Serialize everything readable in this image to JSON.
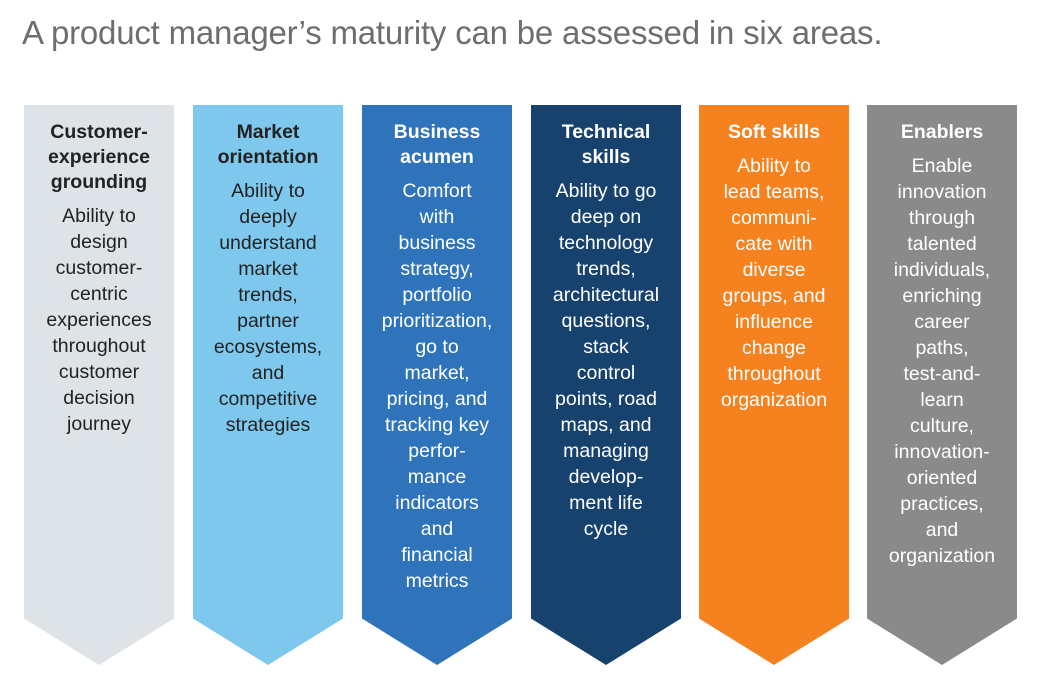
{
  "title": "A product manager’s maturity can be assessed in six areas.",
  "areas": [
    {
      "heading": [
        "Customer-",
        "experience",
        "grounding"
      ],
      "body": [
        "Ability to",
        "design",
        "customer-",
        "centric",
        "experiences",
        "throughout",
        "customer",
        "decision",
        "journey"
      ],
      "color": "#dde3e6",
      "text_color": "#222222",
      "head_color": "#222222"
    },
    {
      "heading": [
        "Market",
        "orientation"
      ],
      "body": [
        "Ability to",
        "deeply",
        "understand",
        "market",
        "trends,",
        "partner",
        "ecosystems,",
        "and",
        "competitive",
        "strategies"
      ],
      "color": "#7ec8ee",
      "text_color": "#222222",
      "head_color": "#222222"
    },
    {
      "heading": [
        "Business",
        "acumen"
      ],
      "body": [
        "Comfort",
        "with",
        "business",
        "strategy,",
        "portfolio",
        "prioritization,",
        "go to",
        "market,",
        "pricing, and",
        "tracking key",
        "perfor-",
        "mance",
        "indicators",
        "and",
        "financial",
        "metrics"
      ],
      "color": "#2f74bb",
      "text_color": "#ffffff",
      "head_color": "#ffffff"
    },
    {
      "heading": [
        "Technical",
        "skills"
      ],
      "body": [
        "Ability to go",
        "deep on",
        "technology",
        "trends,",
        "architectural",
        "questions,",
        "stack",
        "control",
        "points, road",
        "maps, and",
        "managing",
        "develop-",
        "ment life",
        "cycle"
      ],
      "color": "#17426e",
      "text_color": "#ffffff",
      "head_color": "#ffffff"
    },
    {
      "heading": [
        "Soft skills"
      ],
      "body": [
        "Ability to",
        "lead teams,",
        "communi-",
        "cate with",
        "diverse",
        "groups, and",
        "influence",
        "change",
        "throughout",
        "organization"
      ],
      "color": "#f5821f",
      "text_color": "#ffffff",
      "head_color": "#ffffff"
    },
    {
      "heading": [
        "Enablers"
      ],
      "body": [
        "Enable",
        "innovation",
        "through",
        "talented",
        "individuals,",
        "enriching",
        "career",
        "paths,",
        "test-and-",
        "learn",
        "culture,",
        "innovation-",
        "oriented",
        "practices,",
        "and",
        "organization"
      ],
      "color": "#8a8a8a",
      "text_color": "#ffffff",
      "head_color": "#ffffff"
    }
  ]
}
